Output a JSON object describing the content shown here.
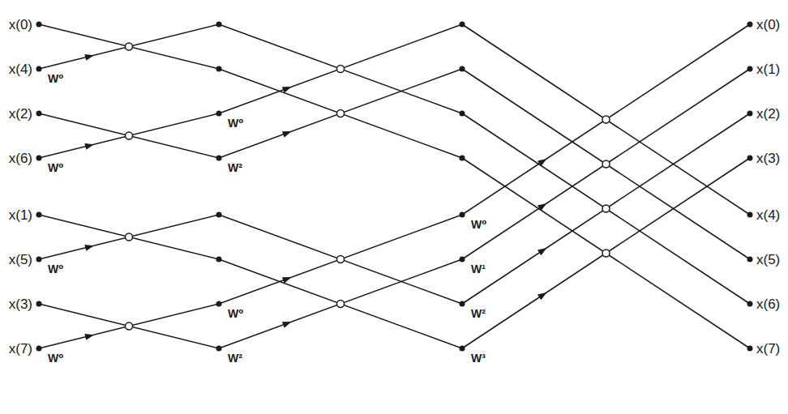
{
  "diagram": {
    "labels": [
      "x(0)",
      "x(4)",
      "x(2)",
      "x(6)",
      "x(1)",
      "x(5)",
      "x(3)",
      "x(7)",
      "x(0)",
      "x(1)",
      "x(2)",
      "x(3)",
      "x(4)",
      "x(5)",
      "x(6)",
      "x(7)",
      "W⁰",
      "W⁰",
      "W⁰",
      "W⁰",
      "W⁰",
      "W²",
      "W⁰",
      "W²",
      "W⁰",
      "W¹",
      "W²",
      "W³"
    ]
  }
}
